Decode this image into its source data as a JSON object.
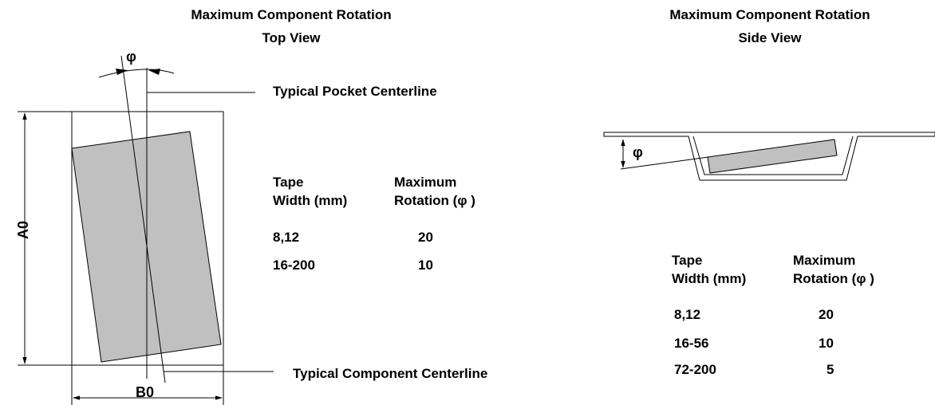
{
  "top_view": {
    "title_line1": "Maximum Component Rotation",
    "title_line2": "Top View",
    "phi_label": "φ",
    "pocket_centerline_label": "Typical Pocket Centerline",
    "component_centerline_label": "Typical Component Centerline",
    "a0_label": "A0",
    "b0_label": "B0",
    "table": {
      "col1_header_line1": "Tape",
      "col1_header_line2": "Width (mm)",
      "col2_header_line1": "Maximum",
      "col2_header_line2": "Rotation (φ )",
      "rows": [
        {
          "width": "8,12",
          "rotation": "20"
        },
        {
          "width": "16-200",
          "rotation": "10"
        }
      ]
    }
  },
  "side_view": {
    "title_line1": "Maximum Component Rotation",
    "title_line2": "Side View",
    "phi_label": "φ",
    "table": {
      "col1_header_line1": "Tape",
      "col1_header_line2": "Width (mm)",
      "col2_header_line1": "Maximum",
      "col2_header_line2": "Rotation (φ )",
      "rows": [
        {
          "width": "8,12",
          "rotation": "20"
        },
        {
          "width": "16-56",
          "rotation": "10"
        },
        {
          "width": "72-200",
          "rotation": "5"
        }
      ]
    }
  }
}
